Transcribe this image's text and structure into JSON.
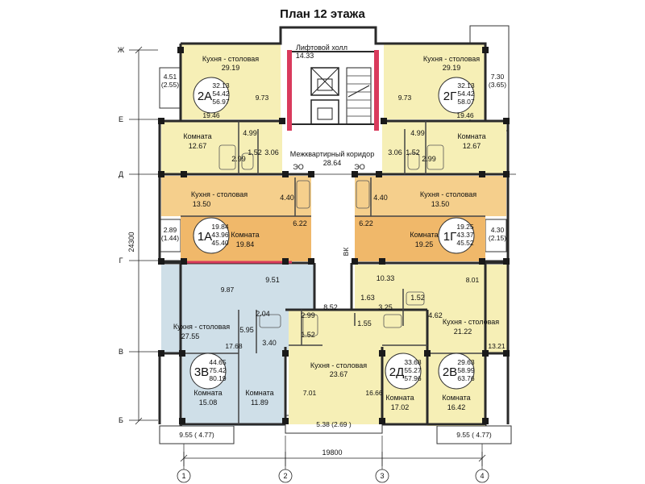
{
  "title": "План 12 этажа",
  "colors": {
    "yellow": "#f6efb6",
    "orange": "#f5cf8c",
    "orange_dark": "#f0b86a",
    "blue": "#cfdfe8",
    "wall": "#2a2a2a",
    "red": "#d93a5c"
  },
  "axes": {
    "rows": [
      "Ж",
      "Е",
      "Д",
      "Г",
      "В",
      "Б"
    ],
    "cols": [
      "1",
      "2",
      "3",
      "4"
    ]
  },
  "dimensions": {
    "height": "24300",
    "width": "19800",
    "balcony_2a": "4.51",
    "balcony_2a_red": "(2.55)",
    "balcony_2g": "7.30",
    "balcony_2g_red": "(3.65)",
    "balcony_1a": "2.89",
    "balcony_1a_red": "(1.44)",
    "balcony_1g": "4.30",
    "balcony_1g_red": "(2.15)",
    "balcony_3v": "9.55  ( 4.77)",
    "balcony_2v": "9.55  ( 4.77)",
    "balcony_2d": "5.38 (2.69 )"
  },
  "common": {
    "lift_hall": "Лифтовой  холл",
    "lift_hall_area": "14.33",
    "corridor": "Межквартирный коридор",
    "corridor_area": "28.64",
    "shaft_left": "ЭО",
    "shaft_right": "ЭО",
    "vk": "ВК"
  },
  "units": [
    {
      "id": "2A",
      "label": "2А",
      "areas": [
        "32.13",
        "54.42",
        "56.97"
      ],
      "rooms": [
        {
          "name": "Кухня - столовая",
          "area": "29.19"
        },
        {
          "name": "Комната",
          "area": "12.67"
        }
      ],
      "small": [
        "4.99",
        "1.52",
        "3.06",
        "2.99",
        "9.73",
        "19.46"
      ]
    },
    {
      "id": "2G",
      "label": "2Г",
      "areas": [
        "32.13",
        "54.42",
        "58.07"
      ],
      "rooms": [
        {
          "name": "Кухня - столовая",
          "area": "29.19"
        },
        {
          "name": "Комната",
          "area": "12.67"
        }
      ],
      "small": [
        "4.99",
        "3.06",
        "1.52",
        "2.99",
        "9.73",
        "19.46"
      ]
    },
    {
      "id": "1A",
      "label": "1А",
      "areas": [
        "19.84",
        "43.96",
        "45.40"
      ],
      "rooms": [
        {
          "name": "Кухня - столовая",
          "area": "13.50"
        },
        {
          "name": "Комната",
          "area": "19.84"
        }
      ],
      "small": [
        "4.40",
        "6.22"
      ]
    },
    {
      "id": "1G",
      "label": "1Г",
      "areas": [
        "19.25",
        "43.37",
        "45.52"
      ],
      "rooms": [
        {
          "name": "Кухня - столовая",
          "area": "13.50"
        },
        {
          "name": "Комната",
          "area": "19.25"
        }
      ],
      "small": [
        "4.40",
        "6.22"
      ]
    },
    {
      "id": "3V",
      "label": "3В",
      "areas": [
        "44.65",
        "75.42",
        "80.19"
      ],
      "rooms": [
        {
          "name": "Кухня - столовая",
          "area": "27.55"
        },
        {
          "name": "Комната",
          "area": "15.08"
        },
        {
          "name": "Комната",
          "area": "11.89"
        }
      ],
      "small": [
        "9.87",
        "9.51",
        "2.04",
        "5.95",
        "3.40",
        "17.68"
      ]
    },
    {
      "id": "2D",
      "label": "2Д",
      "areas": [
        "33.68",
        "55.27",
        "57.96"
      ],
      "rooms": [
        {
          "name": "Кухня - столовая",
          "area": "23.67"
        },
        {
          "name": "Комната",
          "area": "17.02"
        }
      ],
      "small": [
        "2.99",
        "8.52",
        "1.52",
        "1.55",
        "7.01",
        "16.66"
      ]
    },
    {
      "id": "2V",
      "label": "2В",
      "areas": [
        "29.63",
        "58.99",
        "63.76"
      ],
      "rooms": [
        {
          "name": "Кухня - столовая",
          "area": "21.22"
        },
        {
          "name": "Комната",
          "area": "16.42"
        }
      ],
      "small": [
        "10.33",
        "1.63",
        "1.52",
        "3.25",
        "4.62",
        "8.01",
        "13.21"
      ]
    }
  ]
}
